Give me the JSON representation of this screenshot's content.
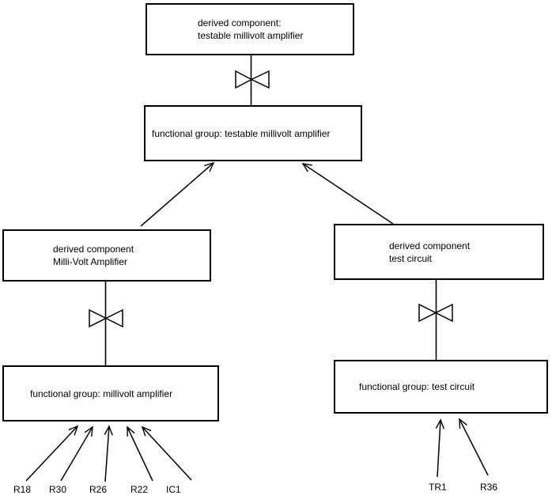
{
  "colors": {
    "background": "#ffffff",
    "stroke": "#000000",
    "text": "#000000"
  },
  "diagram": {
    "nodes": {
      "top_derived": {
        "line1": "derived component:",
        "line2": "testable millivolt amplifier"
      },
      "central_functional": {
        "line1": "functional group: testable millivolt amplifier"
      },
      "left_derived": {
        "line1": "derived component",
        "line2": "Milli-Volt Amplifier"
      },
      "right_derived": {
        "line1": "derived component",
        "line2": "test circuit"
      },
      "left_functional": {
        "line1": "functional group: millivolt amplifier"
      },
      "right_functional": {
        "line1": "functional group: test circuit"
      }
    },
    "leaves": {
      "left": [
        "R18",
        "R30",
        "R26",
        "R22",
        "IC1"
      ],
      "right": [
        "TR1",
        "R36"
      ]
    }
  }
}
